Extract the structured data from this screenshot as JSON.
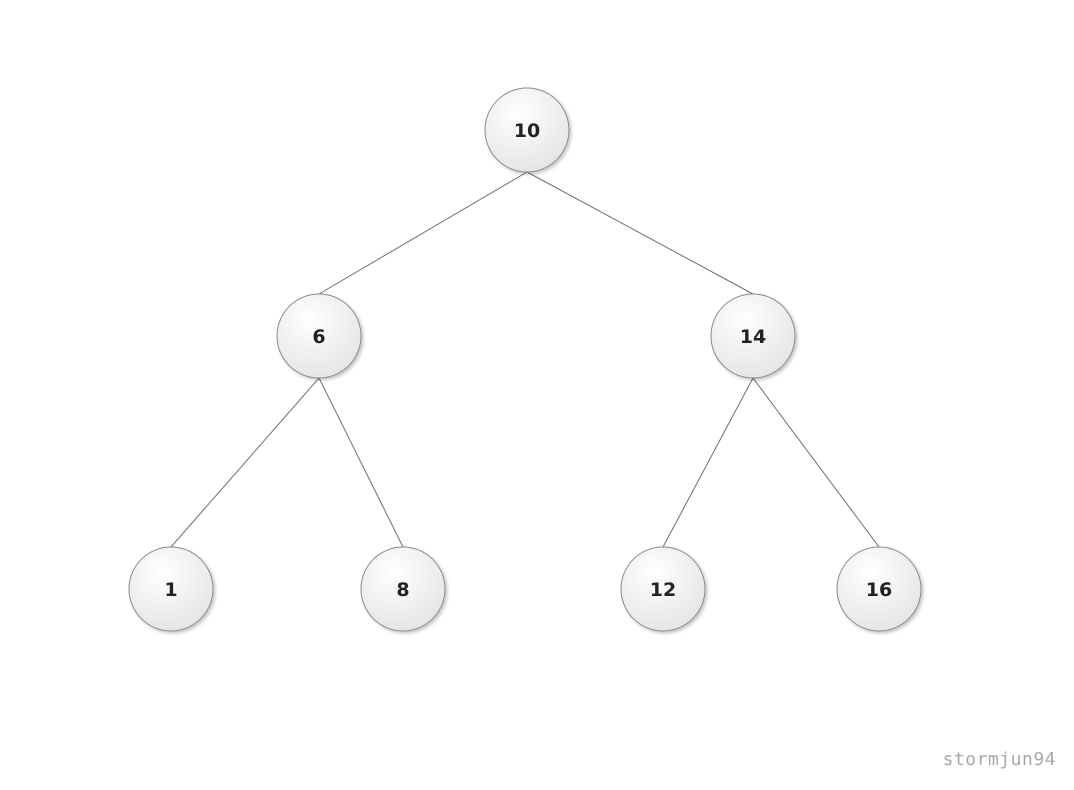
{
  "diagram": {
    "type": "binary-search-tree",
    "nodes": [
      {
        "id": "n10",
        "label": "10",
        "parent": null
      },
      {
        "id": "n6",
        "label": "6",
        "parent": "n10"
      },
      {
        "id": "n14",
        "label": "14",
        "parent": "n10"
      },
      {
        "id": "n1",
        "label": "1",
        "parent": "n6"
      },
      {
        "id": "n8",
        "label": "8",
        "parent": "n6"
      },
      {
        "id": "n12",
        "label": "12",
        "parent": "n14"
      },
      {
        "id": "n16",
        "label": "16",
        "parent": "n14"
      }
    ],
    "colors": {
      "node_fill_light": "#ffffff",
      "node_fill_dark": "#e6e6e6",
      "node_stroke": "#8a8a8a",
      "edge": "#6e6e6e",
      "label": "#222222"
    }
  },
  "watermark": "stormjun94"
}
